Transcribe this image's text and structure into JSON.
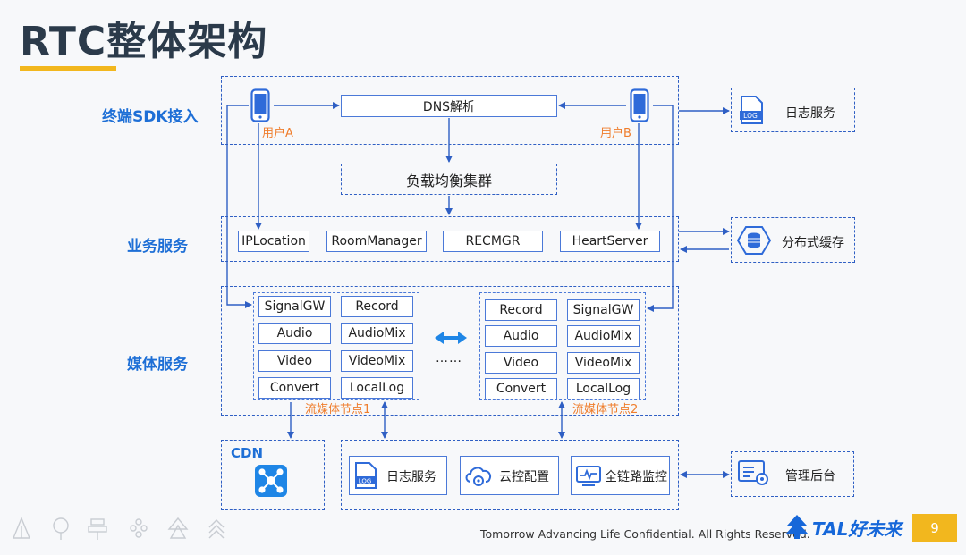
{
  "header": {
    "title": "RTC整体架构"
  },
  "rows": {
    "terminal": "终端SDK接入",
    "business": "业务服务",
    "media": "媒体服务"
  },
  "terminal": {
    "dns": "DNS解析",
    "user_a": "用户A",
    "user_b": "用户B",
    "load_balancer": "负载均衡集群"
  },
  "business_services": [
    "IPLocation",
    "RoomManager",
    "RECMGR",
    "HeartServer"
  ],
  "media_node1": {
    "label": "流媒体节点1",
    "cells": [
      "SignalGW",
      "Record",
      "Audio",
      "AudioMix",
      "Video",
      "VideoMix",
      "Convert",
      "LocalLog"
    ]
  },
  "media_node2": {
    "label": "流媒体节点2",
    "cells": [
      "Record",
      "SignalGW",
      "Audio",
      "AudioMix",
      "Video",
      "VideoMix",
      "Convert",
      "LocalLog"
    ]
  },
  "ellipsis": "……",
  "cdn": {
    "label": "CDN"
  },
  "ops": {
    "log": "日志服务",
    "cloud": "云控配置",
    "monitor": "全链路监控"
  },
  "side": {
    "log": "日志服务",
    "cache": "分布式缓存",
    "admin": "管理后台"
  },
  "footer": {
    "text": "Tomorrow Advancing Life Confidential. All Rights Reserved.",
    "brand": "TAL好未来",
    "page": "9"
  }
}
